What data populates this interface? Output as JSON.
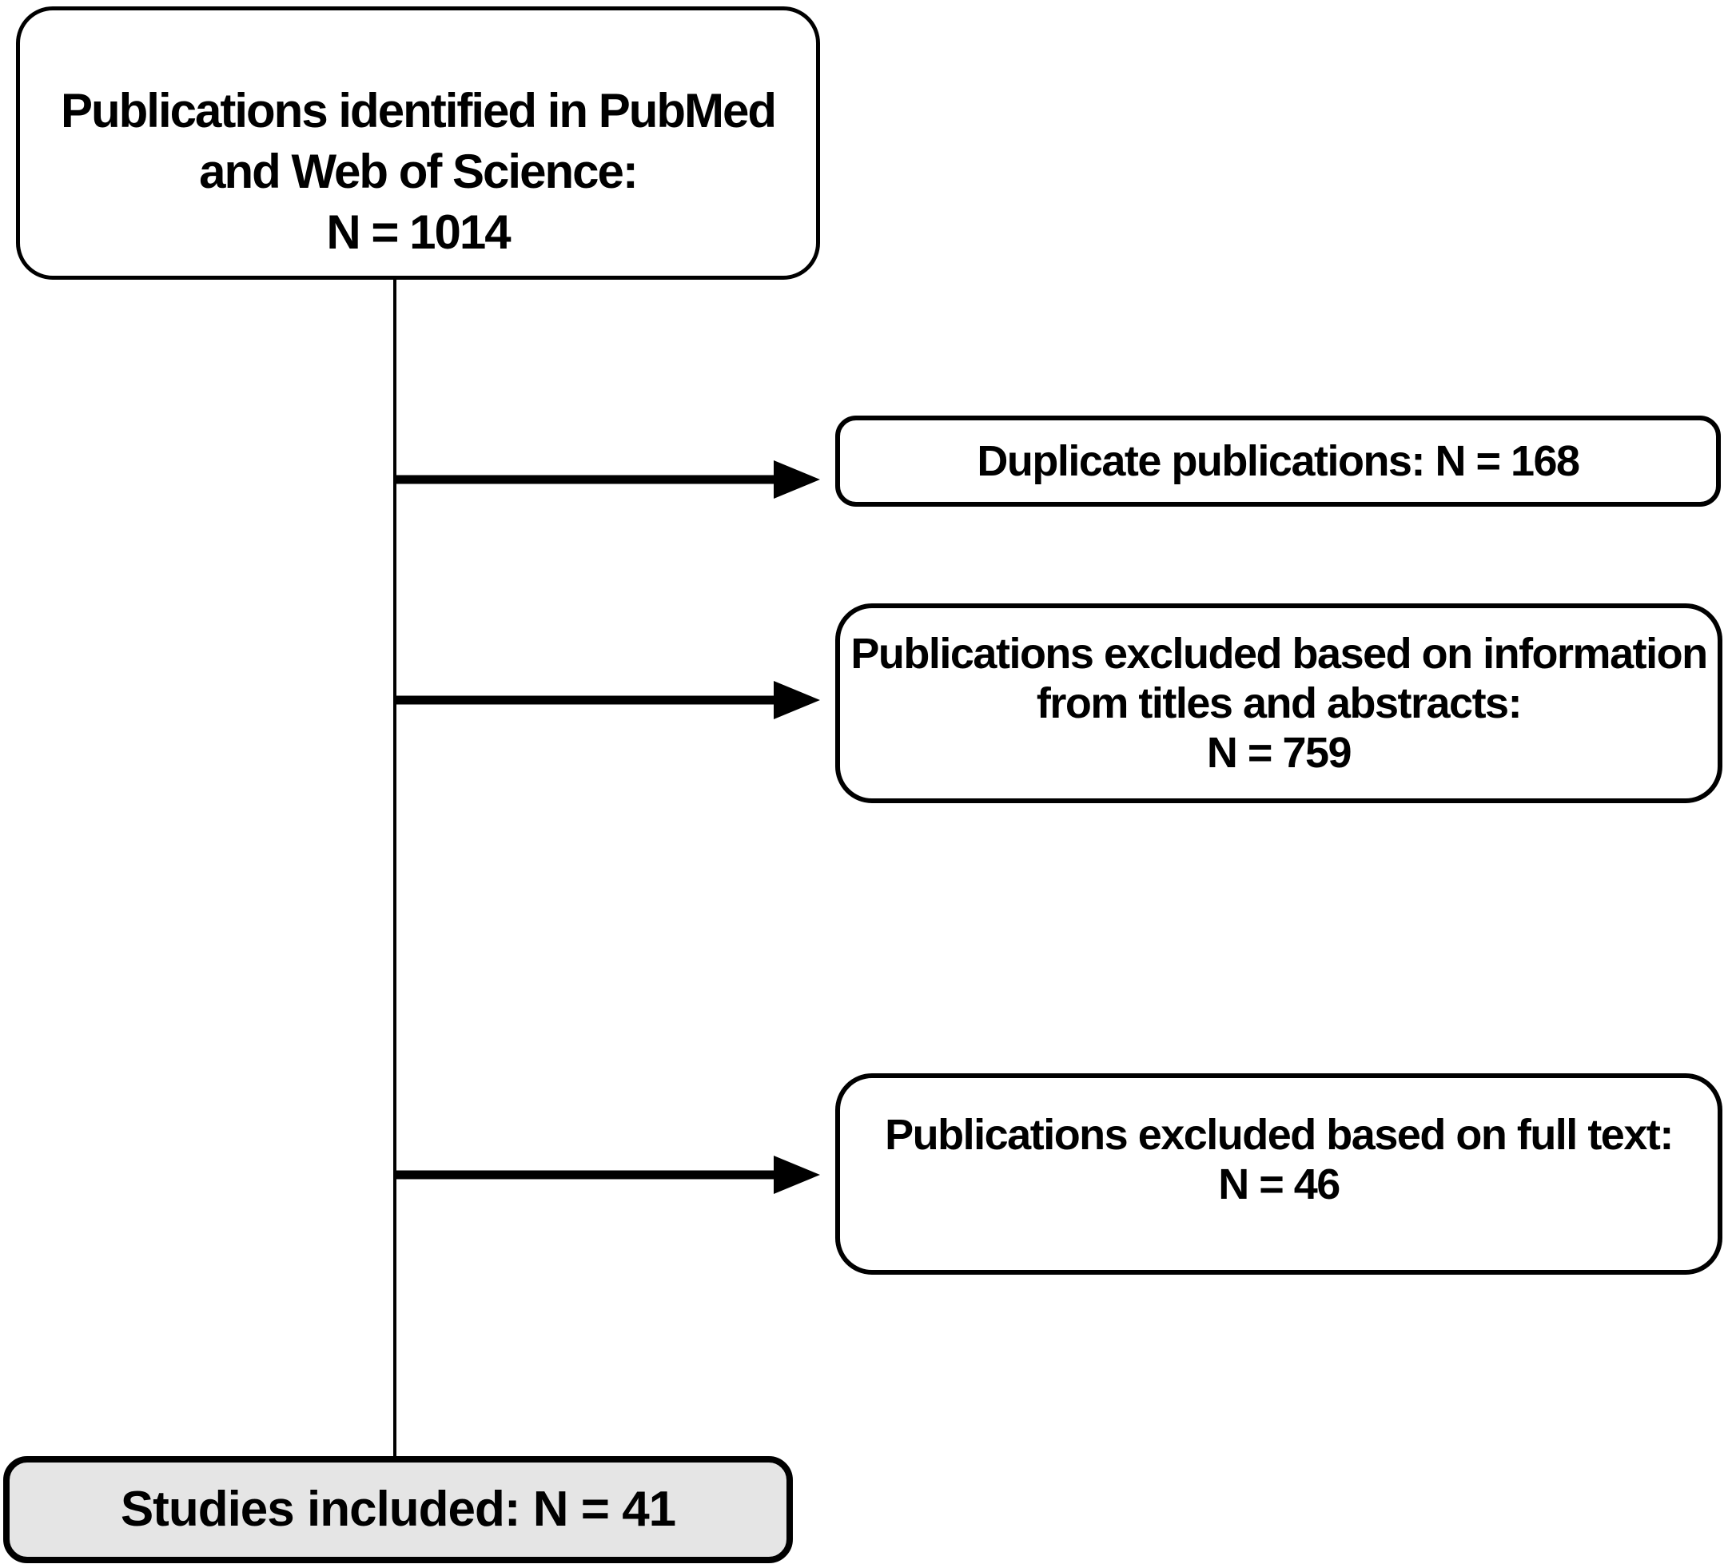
{
  "figure": {
    "type": "flowchart",
    "background": "#ffffff",
    "line_color": "#000000",
    "text_color": "#000000",
    "counts": {
      "identified": 1014,
      "duplicates": 168,
      "excluded_titles_abstracts": 759,
      "excluded_full_text": 46,
      "included": 41
    },
    "nodes": {
      "identified": {
        "fill": "#ffffff",
        "lines": [
          "Publications identified in PubMed",
          "and Web of Science:",
          "N = 1014"
        ]
      },
      "duplicates": {
        "fill": "#ffffff",
        "lines": [
          "Duplicate publications: N = 168"
        ]
      },
      "excluded_titles_abstracts": {
        "fill": "#ffffff",
        "lines": [
          "Publications excluded based on information",
          "from titles and abstracts:",
          "N = 759"
        ]
      },
      "excluded_full_text": {
        "fill": "#ffffff",
        "lines": [
          "Publications excluded based on full text:",
          "N = 46"
        ]
      },
      "included": {
        "fill": "#e5e5e5",
        "lines": [
          "Studies included: N = 41"
        ]
      }
    }
  }
}
